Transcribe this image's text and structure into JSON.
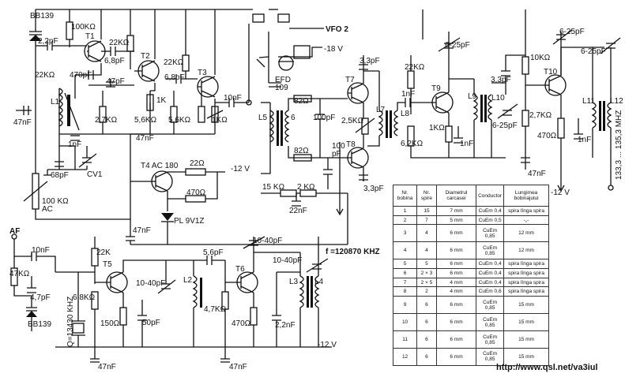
{
  "labels": {
    "bb139_top": "BB139",
    "c_2p2": "2,2pF",
    "r_100k_top": "100KΩ",
    "t1": "T1",
    "r_22k_a": "22KΩ",
    "t2": "T2",
    "c_6p8a": "6,8pF",
    "r_22k_b": "22KΩ",
    "t3": "T3",
    "c_470p": "470pF",
    "c_47p": "47pF",
    "c_6p8b": "6,8pF",
    "r_22k_left": "22KΩ",
    "l1": "L1",
    "r_2k7": "2,7KΩ",
    "r_1k": "1K",
    "r_5k6a": "5,6KΩ",
    "r_5k6b": "5,6KΩ",
    "r_1k_t3": "1KΩ",
    "c_10nf_t3": "10nF",
    "c_47nf_left": "47nF",
    "c_1nf_l1": "1nF",
    "c_47nf_mid": "47nF",
    "c_68p": "68pF",
    "cv1": "CV1",
    "t4_label": "T4 AC 180",
    "r_22_t4": "22Ω",
    "minus12_t4": "-12 V",
    "r_470_t4": "470Ω",
    "zener": "PL 9V1Z",
    "pot_100k": "100 KΩ",
    "pot_ac": "AC",
    "c_47nf_zener": "47nF",
    "vfo2": "VFO 2",
    "minus18": "-18 V",
    "efd_a": "EFD",
    "efd_b": "109",
    "l5": "L5",
    "l6": "6",
    "r_82_top": "82Ω",
    "c_100p": "100pF",
    "r_82_bot": "82Ω",
    "c_100p_b": "100",
    "c_100p_c": "pF",
    "c_3p3_top": "3,3pF",
    "t7": "T7",
    "t8": "T8",
    "r_2k5": "2,5KΩ",
    "l7": "L7",
    "l8": "L8",
    "c_1nf_l8": "1nF",
    "c_3p3_bot": "3,3pF",
    "r_15k": "15 KΩ",
    "r_2k": "2 KΩ",
    "c_22nf": "22nF",
    "r_22k_t9": "22KΩ",
    "c_6_25_t9": "6-25pF",
    "t9": "T9",
    "c_3p3_t10": "3,3pF",
    "l9": "L9",
    "l10": "L10",
    "c_6_25_l10": "6-25pF",
    "r_1k_t9": "1KΩ",
    "r_6k2": "6,2KΩ",
    "c_1nf_t9": "1nF",
    "c_47nf_t10": "47nF",
    "minus12_right": "-12 V",
    "t10": "T10",
    "r_10k": "10KΩ",
    "c_6_25_t10": "6-25pF",
    "c_6_25_out": "6-25pF",
    "r_2k7_t10": "2,7KΩ",
    "r_470_t10": "470Ω",
    "c_1nf_t10": "1nF",
    "l11": "L11",
    "l12": "L12",
    "freq_out": "133,3 ... 135,3 MHZ",
    "af": "AF",
    "c_10nf_af": "10nF",
    "r_47k": "47KΩ",
    "c_4p7": "4,7pF",
    "bb139_bot": "BB139",
    "r_22k_t5": "22K",
    "t5": "T5",
    "r_6k8": "6,8KΩ",
    "crystal": "Q=13430 KHZ",
    "r_150": "150Ω",
    "c_50p": "50pF",
    "c_10_40_a": "10-40pF",
    "c_5p6": "5,6pF",
    "l2": "L2",
    "r_4k7": "4,7KΩ",
    "t6": "T6",
    "c_10_40_b": "10-40pF",
    "c_10_40_c": "10-40pF",
    "r_470_t6": "470Ω",
    "c_2n2": "2,2nF",
    "l3": "L3",
    "l4": "L4",
    "f_osc": "f =120870 KHZ",
    "c_47nf_bot_a": "47nF",
    "c_47nf_bot_b": "47nF",
    "minus12_bot": "-12 V",
    "url": "http://www.qsl.net/va3iul"
  },
  "table": {
    "headers": [
      "Nr. bobina",
      "Nr. spire",
      "Diametrul carcasei",
      "Conductor",
      "Lungimea bobinajului"
    ],
    "rows": [
      [
        "1",
        "15",
        "7 mm",
        "CuEm 0,4",
        "spira lînga spira"
      ],
      [
        "2",
        "7",
        "5 mm",
        "CuEm 0,5",
        "-„-"
      ],
      [
        "3",
        "4",
        "6 mm",
        "CuEm 0,85",
        "12 mm"
      ],
      [
        "4",
        "4",
        "6 mm",
        "CuEm 0,85",
        "12 mm"
      ],
      [
        "5",
        "5",
        "6 mm",
        "CuEm 0,4",
        "spira lînga spira"
      ],
      [
        "6",
        "2 × 3",
        "6 mm",
        "CuEm 0,4",
        "spira lînga spira"
      ],
      [
        "7",
        "2 × 5",
        "4 mm",
        "CuEm 0,4",
        "spira lînga spira"
      ],
      [
        "8",
        "2",
        "4 mm",
        "CuEm 0,6",
        "spira lînga spira"
      ],
      [
        "9",
        "6",
        "6 mm",
        "CuEm 0,85",
        "15 mm"
      ],
      [
        "10",
        "6",
        "6 mm",
        "CuEm 0,85",
        "15 mm"
      ],
      [
        "11",
        "6",
        "6 mm",
        "CuEm 0,85",
        "15 mm"
      ],
      [
        "12",
        "6",
        "6 mm",
        "CuEm 0,85",
        "15 mm"
      ]
    ]
  }
}
